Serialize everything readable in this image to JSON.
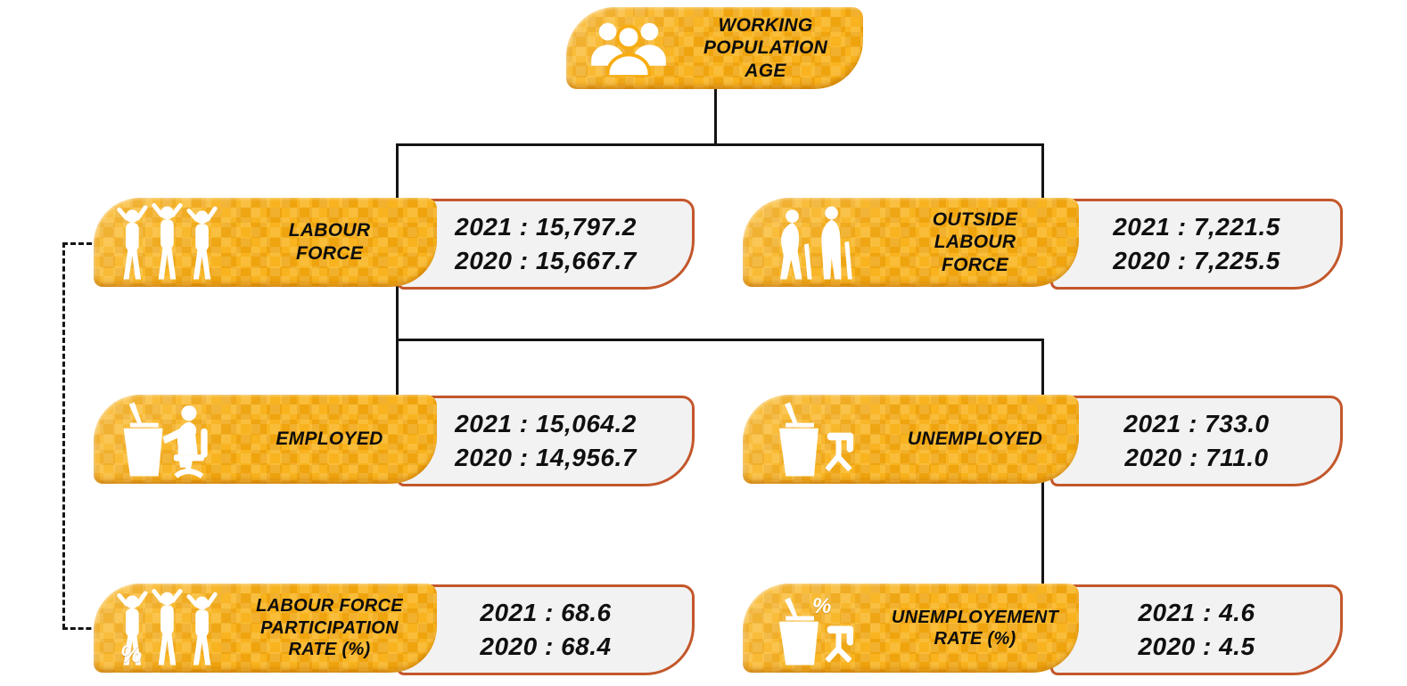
{
  "diagram": {
    "root": {
      "id": "working-population-age",
      "label": "WORKING\nPOPULATION\nAGE",
      "icon": "people-group-icon"
    },
    "nodes": [
      {
        "id": "labour-force",
        "label": "LABOUR\nFORCE",
        "icon": "cheering-people-icon",
        "values": [
          "2021 : 15,797.2",
          "2020 : 15,667.7"
        ]
      },
      {
        "id": "outside-labour-force",
        "label": "OUTSIDE\nLABOUR\nFORCE",
        "icon": "elderly-couple-icon",
        "values": [
          "2021 : 7,221.5",
          "2020 : 7,225.5"
        ]
      },
      {
        "id": "employed",
        "label": "EMPLOYED",
        "icon": "person-at-desk-icon",
        "values": [
          "2021 : 15,064.2",
          "2020 : 14,956.7"
        ]
      },
      {
        "id": "unemployed",
        "label": "UNEMPLOYED",
        "icon": "empty-desk-icon",
        "values": [
          "2021 : 733.0",
          "2020 : 711.0"
        ]
      },
      {
        "id": "labour-force-participation-rate",
        "label": "LABOUR FORCE\nPARTICIPATION\nRATE (%)",
        "icon": "cheering-people-percent-icon",
        "percent": "%",
        "values": [
          "2021 : 68.6",
          "2020 : 68.4"
        ]
      },
      {
        "id": "unemployement-rate",
        "label": "UNEMPLOYEMENT\nRATE (%)",
        "icon": "empty-desk-percent-icon",
        "percent": "%",
        "values": [
          "2021 : 4.6",
          "2020 : 4.5"
        ]
      }
    ],
    "colors": {
      "badge_yellow": "#F7AC10",
      "panel_border": "#C3572B",
      "panel_background": "#F2F2F3",
      "connector": "#141414",
      "text": "#0D0D0D",
      "icon_white": "#FFFFFF"
    }
  }
}
